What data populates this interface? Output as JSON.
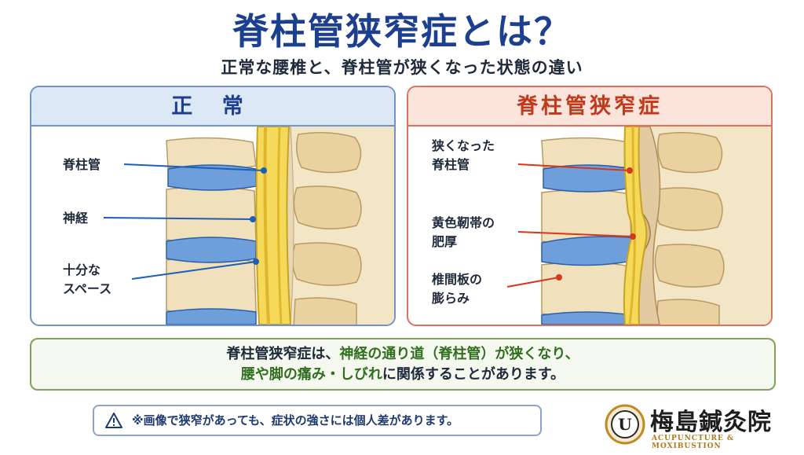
{
  "header": {
    "title": "脊柱管狭窄症とは？",
    "subtitle": "正常な腰椎と、脊柱管が狭くなった状態の違い"
  },
  "panels": {
    "normal": {
      "title": "正 常",
      "labels": [
        "脊柱管",
        "神経",
        "十分な\nスペース"
      ],
      "label_lines": [
        [
          "脊柱管"
        ],
        [
          "神経"
        ],
        [
          "十分な",
          "スペース"
        ]
      ]
    },
    "stenosis": {
      "title": "脊柱管狭窄症",
      "label_lines": [
        [
          "狭くなった",
          "脊柱管"
        ],
        [
          "黄色靭帯の",
          "肥厚"
        ],
        [
          "椎間板の",
          "膨らみ"
        ]
      ]
    }
  },
  "summary": {
    "l1_a": "脊柱管狭窄症は、",
    "l1_b": "神経の通り道（脊柱管）が狭くなり、",
    "l2_a": "腰や脚の痛み・しびれ",
    "l2_b": "に関係することがあります。"
  },
  "note": {
    "text": "※画像で狭窄があっても、症状の強さには個人差があります。"
  },
  "logo": {
    "name": "梅島鍼灸院",
    "subtitle": "ACUPUNCTURE & MOXIBUSTION",
    "badge_letter": "U"
  },
  "colors": {
    "title": "#1c3f8f",
    "normal_accent": "#1c5fb8",
    "stenosis_accent": "#d6381c",
    "summary_highlight": "#2f6f1e"
  },
  "icons": [
    "warning-icon"
  ]
}
